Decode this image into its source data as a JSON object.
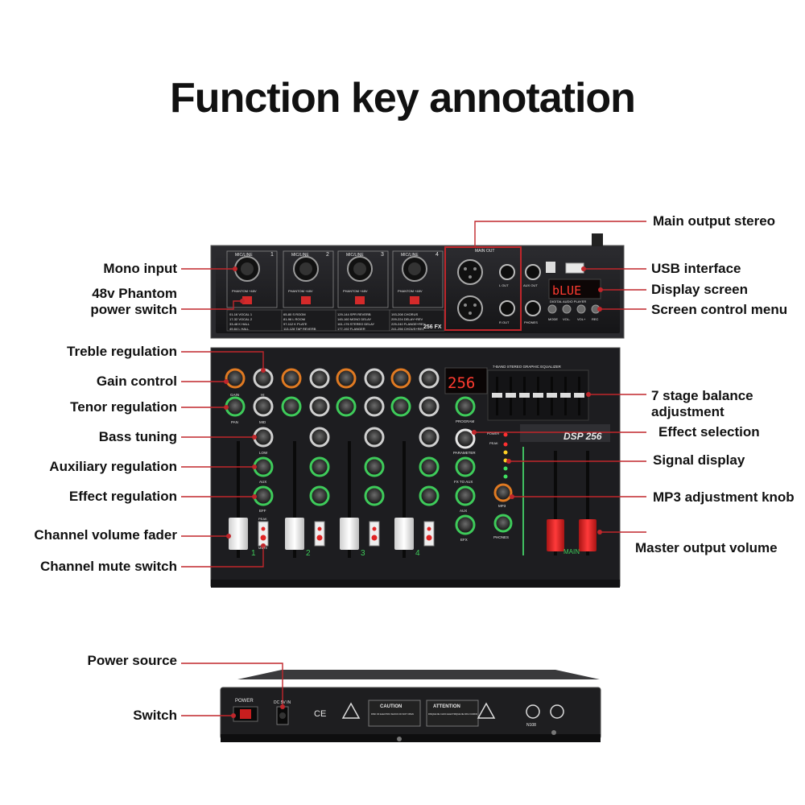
{
  "title": "Function key annotation",
  "colors": {
    "leader": "#c0262b",
    "panel": "#1c1c1f",
    "knob_green": "#3ecb5a",
    "knob_orange": "#e07a22",
    "fader_red": "#e02424",
    "display_red": "#ff3b30"
  },
  "labels_left": [
    {
      "id": "mono-input",
      "text": "Mono input"
    },
    {
      "id": "phantom-switch",
      "text": "48v Phantom",
      "text2": "power switch"
    },
    {
      "id": "treble",
      "text": "Treble regulation"
    },
    {
      "id": "gain",
      "text": "Gain control"
    },
    {
      "id": "tenor",
      "text": "Tenor regulation"
    },
    {
      "id": "bass",
      "text": "Bass tuning"
    },
    {
      "id": "aux",
      "text": "Auxiliary regulation"
    },
    {
      "id": "effect-reg",
      "text": "Effect regulation"
    },
    {
      "id": "channel-fader",
      "text": "Channel volume fader"
    },
    {
      "id": "mute-switch",
      "text": "Channel mute switch"
    },
    {
      "id": "power-source",
      "text": "Power source"
    },
    {
      "id": "switch",
      "text": "Switch"
    }
  ],
  "labels_right": [
    {
      "id": "main-output",
      "text": "Main output stereo"
    },
    {
      "id": "usb",
      "text": "USB interface"
    },
    {
      "id": "display",
      "text": "Display screen"
    },
    {
      "id": "screen-menu",
      "text": "Screen control menu"
    },
    {
      "id": "eq",
      "text": "7 stage balance",
      "text2": "adjustment"
    },
    {
      "id": "effect-sel",
      "text": "Effect selection"
    },
    {
      "id": "signal",
      "text": "Signal display"
    },
    {
      "id": "mp3",
      "text": "MP3 adjustment knob"
    },
    {
      "id": "master",
      "text": "Master output volume"
    }
  ],
  "device": {
    "channel_header": "MIC/LINE",
    "channel_numbers": [
      "1",
      "2",
      "3",
      "4"
    ],
    "phantom_label": "PHANTOM +48V",
    "main_out": "MAIN OUT",
    "l_out": "L OUT",
    "r_out": "R OUT",
    "aux_out": "AUX OUT",
    "phones": "PHONES",
    "display_top": "bLUE",
    "display_fx": "256",
    "badge": "256 FX",
    "eq_title": "7-BAND STEREO GRAPHIC EQUALIZER",
    "dsp": "DSP 256",
    "digital_player": "DIGITAL AUDIO PLAYER",
    "player_buttons": [
      "MODE",
      "VOL-",
      "VOL+",
      "REC"
    ],
    "knob_labels": [
      "GAIN",
      "HI",
      "PAN",
      "MID",
      "LOW",
      "AUX",
      "EFF"
    ],
    "peak": "PEAK",
    "mute": "MUTE",
    "program": "PROGRAM",
    "parameter": "PARAMETER",
    "fx_to_aux": "FX TO AUX",
    "aux": "AUX",
    "efx": "EFX",
    "mp3": "MP3",
    "main": "MAIN",
    "power_list": [
      "POWER",
      "PEAK"
    ],
    "effects_list": [
      [
        "01-16 VOCAL 1",
        "17-32 VOCAL 2",
        "33-48 K HALL",
        "49-64 L HALL"
      ],
      [
        "65-80 S ROOM",
        "81-96 L ROOM",
        "97-112 K PLATE",
        "113-128 TAP REVERB"
      ],
      [
        "129-144 SPR REVERB",
        "145-160 MONO DELAY",
        "161-176 STEREO DELAY",
        "177-192 FLANGER"
      ],
      [
        "193-208 CHORUS",
        "209-224 DELAY+REV",
        "225-240 FLANGE+REV",
        "241-256 CHOUS+REV"
      ]
    ],
    "back": {
      "power": "POWER",
      "dc_in": "DC 5V IN",
      "caution": "CAUTION",
      "caution_sub": "RISK OF ELECTRIC SHOCK DO NOT OPEN",
      "attention": "ATTENTION",
      "attention_sub": "RISQUE DE CHOC ELECTRIQUE NE PAS OUVRIR",
      "ce": "CE",
      "n108": "N108"
    }
  }
}
